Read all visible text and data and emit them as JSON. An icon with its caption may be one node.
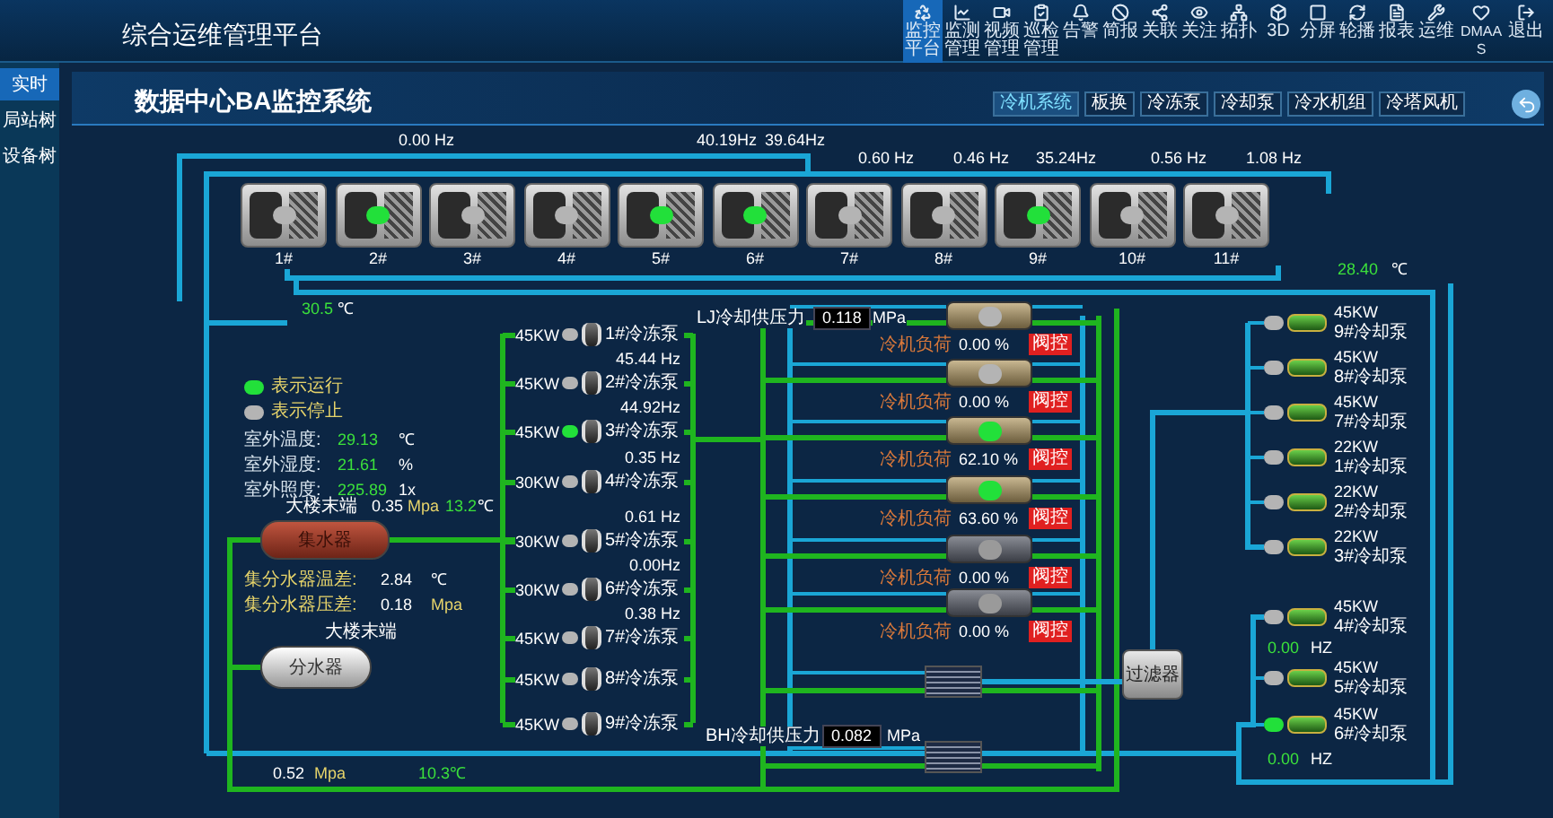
{
  "diagram": {
    "title": "数据中心BA监控系统",
    "nodes": [
      {
        "text": [
          "1#"
        ]
      },
      {
        "text": [
          "2#"
        ]
      },
      {
        "text": [
          "3#"
        ]
      },
      {
        "text": [
          "4#"
        ]
      },
      {
        "text": [
          "5#"
        ]
      },
      {
        "text": [
          "6#"
        ]
      },
      {
        "text": [
          "7#"
        ]
      },
      {
        "text": [
          "8#"
        ]
      },
      {
        "text": [
          "9#"
        ]
      },
      {
        "text": [
          "10#"
        ]
      },
      {
        "text": [
          "11#"
        ]
      },
      {
        "text": [
          "集水器"
        ],
        "beside": [
          "大楼末端"
        ]
      },
      {
        "text": [
          "分水器"
        ],
        "beside": [
          "大楼末端"
        ]
      },
      {
        "text": [
          "45KW",
          "1#冷冻泵"
        ]
      },
      {
        "text": [
          "45KW",
          "2#冷冻泵"
        ],
        "beside": [
          "45.44 Hz"
        ]
      },
      {
        "text": [
          "45KW",
          "3#冷冻泵"
        ],
        "beside": [
          "44.92Hz"
        ]
      },
      {
        "text": [
          "30KW",
          "4#冷冻泵"
        ],
        "beside": [
          "0.35 Hz"
        ]
      },
      {
        "text": [
          "30KW",
          "5#冷冻泵"
        ],
        "beside": [
          "0.61 Hz"
        ]
      },
      {
        "text": [
          "30KW",
          "6#冷冻泵"
        ],
        "beside": [
          "0.00Hz"
        ]
      },
      {
        "text": [
          "45KW",
          "7#冷冻泵"
        ],
        "beside": [
          "0.38 Hz"
        ]
      },
      {
        "text": [
          "45KW",
          "8#冷冻泵"
        ]
      },
      {
        "text": [
          "45KW",
          "9#冷冻泵"
        ]
      },
      {
        "text": [],
        "shape": "picture",
        "beside": [
          "冷机负荷",
          "0.00 %",
          "阀控"
        ]
      },
      {
        "text": [],
        "shape": "picture",
        "beside": [
          "冷机负荷",
          "0.00 %",
          "阀控"
        ]
      },
      {
        "text": [],
        "shape": "picture",
        "beside": [
          "冷机负荷",
          "62.10 %",
          "阀控"
        ]
      },
      {
        "text": [],
        "shape": "picture",
        "beside": [
          "冷机负荷",
          "63.60 %",
          "阀控"
        ]
      },
      {
        "text": [],
        "shape": "picture",
        "beside": [
          "冷机负荷",
          "0.00 %",
          "阀控"
        ]
      },
      {
        "text": [],
        "shape": "picture",
        "beside": [
          "冷机负荷",
          "0.00 %",
          "阀控"
        ]
      },
      {
        "text": [],
        "shape": "picture"
      },
      {
        "text": [],
        "shape": "picture"
      },
      {
        "text": [
          "过滤器"
        ]
      },
      {
        "text": [
          "45KW",
          "9#冷却泵"
        ]
      },
      {
        "text": [
          "45KW",
          "8#冷却泵"
        ]
      },
      {
        "text": [
          "45KW",
          "7#冷却泵"
        ]
      },
      {
        "text": [
          "22KW",
          "1#冷却泵"
        ]
      },
      {
        "text": [
          "22KW",
          "2#冷却泵"
        ]
      },
      {
        "text": [
          "22KW",
          "3#冷却泵"
        ]
      },
      {
        "text": [
          "45KW",
          "4#冷却泵"
        ]
      },
      {
        "text": [
          "45KW",
          "5#冷却泵"
        ]
      },
      {
        "text": [
          "45KW",
          "6#冷却泵"
        ]
      }
    ],
    "edges": [
      {
        "from": 11,
        "to": 12,
        "arrow": "none"
      },
      {
        "from": 11,
        "to": 17,
        "arrow": "none"
      },
      {
        "from": 28,
        "to": 30,
        "arrow": "none",
        "color": "#1aa6d6"
      }
    ],
    "labels": [
      "综合运维管理平台",
      "监控平台",
      "监测管理",
      "视频管理",
      "巡检管理",
      "告警",
      "简报",
      "关联",
      "关注",
      "拓扑",
      "3D",
      "分屏",
      "轮播",
      "报表",
      "运维",
      "DMAAS",
      "退出",
      "实时",
      "局站树",
      "设备树",
      "冷机系统",
      "板换",
      "冷冻泵",
      "冷却泵",
      "冷水机组",
      "冷塔风机",
      "0.00 Hz",
      "40.19Hz",
      "39.64Hz",
      "0.60 Hz",
      "0.46 Hz",
      "35.24Hz",
      "0.56 Hz",
      "1.08 Hz",
      "28.40",
      "℃",
      "30.5",
      "℃",
      "室外温度:",
      "29.13",
      "℃",
      "室外湿度:",
      "21.61",
      "%",
      "室外照度:",
      "225.89",
      "1x",
      "LJ冷却供压力",
      "0.118",
      "MPa",
      "0.35",
      "Mpa",
      "13.2",
      "℃",
      "集分水器温差:",
      "2.84",
      "℃",
      "集分水器压差:",
      "0.18",
      "Mpa",
      "BH冷却供压力",
      "0.082",
      "MPa",
      "0.00",
      "HZ",
      "0.00",
      "HZ",
      "0.52",
      "Mpa",
      "10.3℃"
    ],
    "legend": [
      {
        "text": "表示运行",
        "color": "#22e03a"
      },
      {
        "text": "表示停止",
        "color": "#b4b4b4"
      }
    ]
  }
}
